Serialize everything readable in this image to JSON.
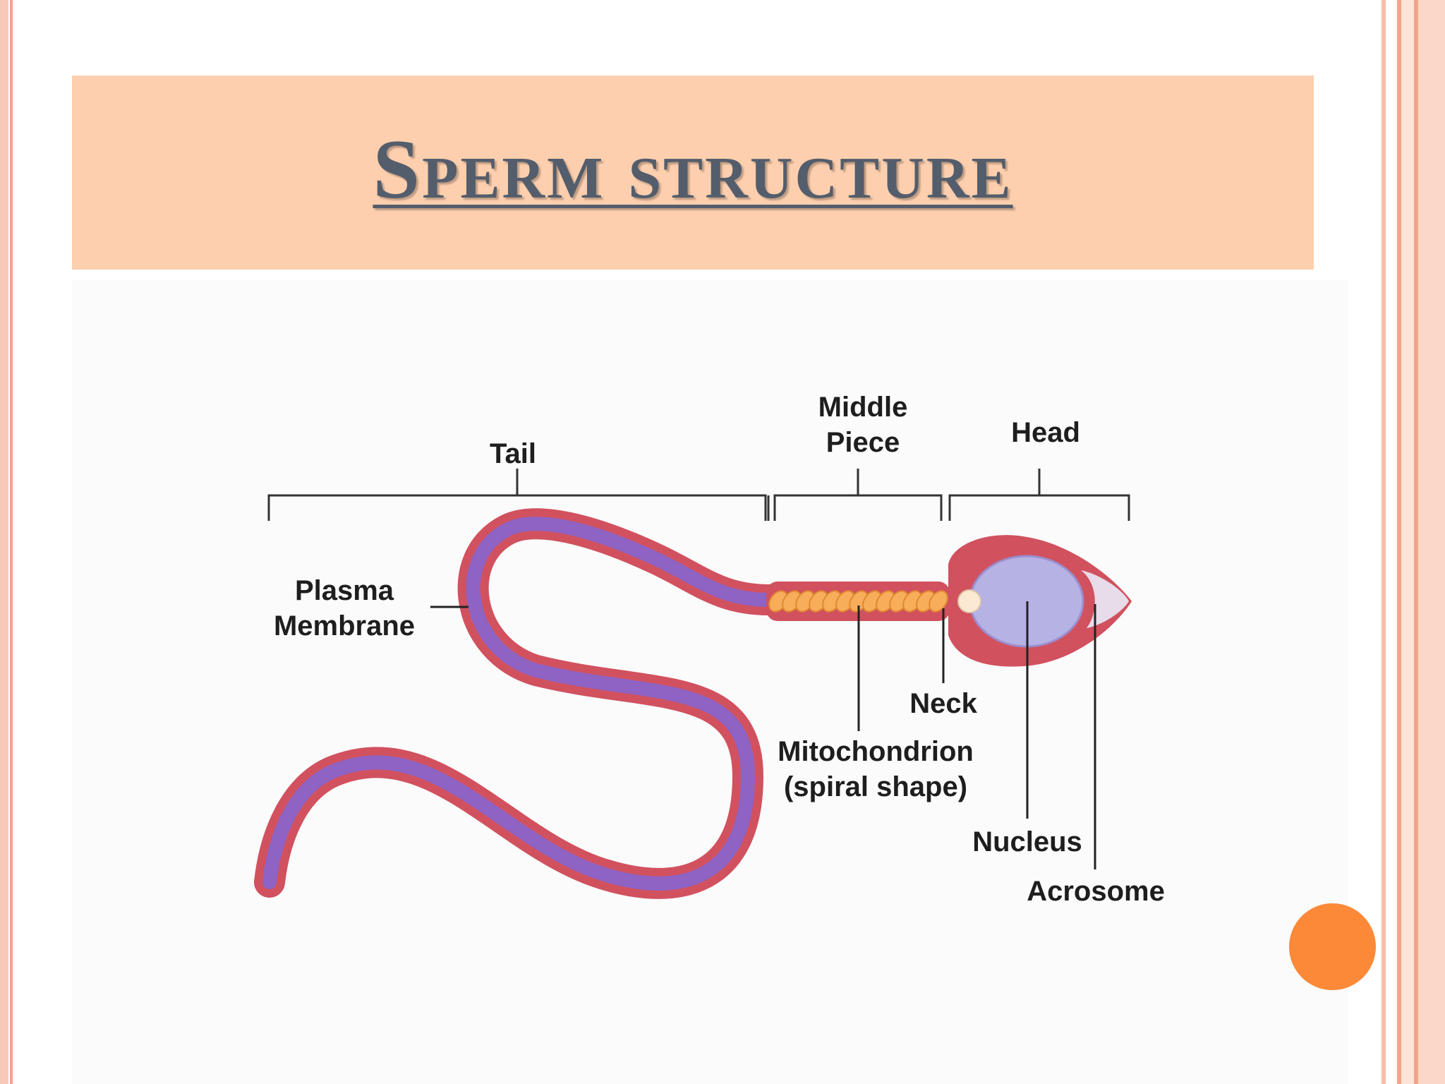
{
  "slide": {
    "title": "Sperm structure"
  },
  "diagram": {
    "section_labels": {
      "tail": "Tail",
      "middle_piece_line1": "Middle",
      "middle_piece_line2": "Piece",
      "head": "Head"
    },
    "part_labels": {
      "plasma_membrane_line1": "Plasma",
      "plasma_membrane_line2": "Membrane",
      "neck": "Neck",
      "mitochondrion_line1": "Mitochondrion",
      "mitochondrion_line2": "(spiral shape)",
      "nucleus": "Nucleus",
      "acrosome": "Acrosome"
    }
  },
  "colors": {
    "title_band": "#fdcfae",
    "title_text": "#545d6b",
    "membrane": "#d1515f",
    "cytoplasm": "#8e63c4",
    "nucleus": "#b7b2e4",
    "mitochondrion": "#f7ad5a",
    "accent_dot": "#fb8938"
  }
}
